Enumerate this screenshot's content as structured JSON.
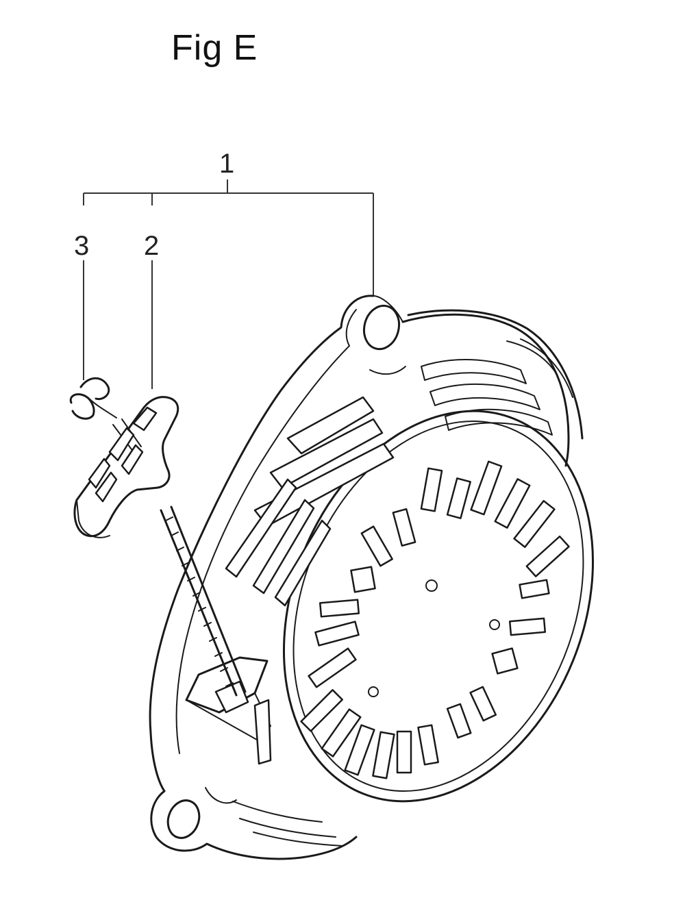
{
  "figure": {
    "title": "Fig E"
  },
  "callouts": [
    {
      "id": "1",
      "label": "1"
    },
    {
      "id": "2",
      "label": "2"
    },
    {
      "id": "3",
      "label": "3"
    }
  ]
}
